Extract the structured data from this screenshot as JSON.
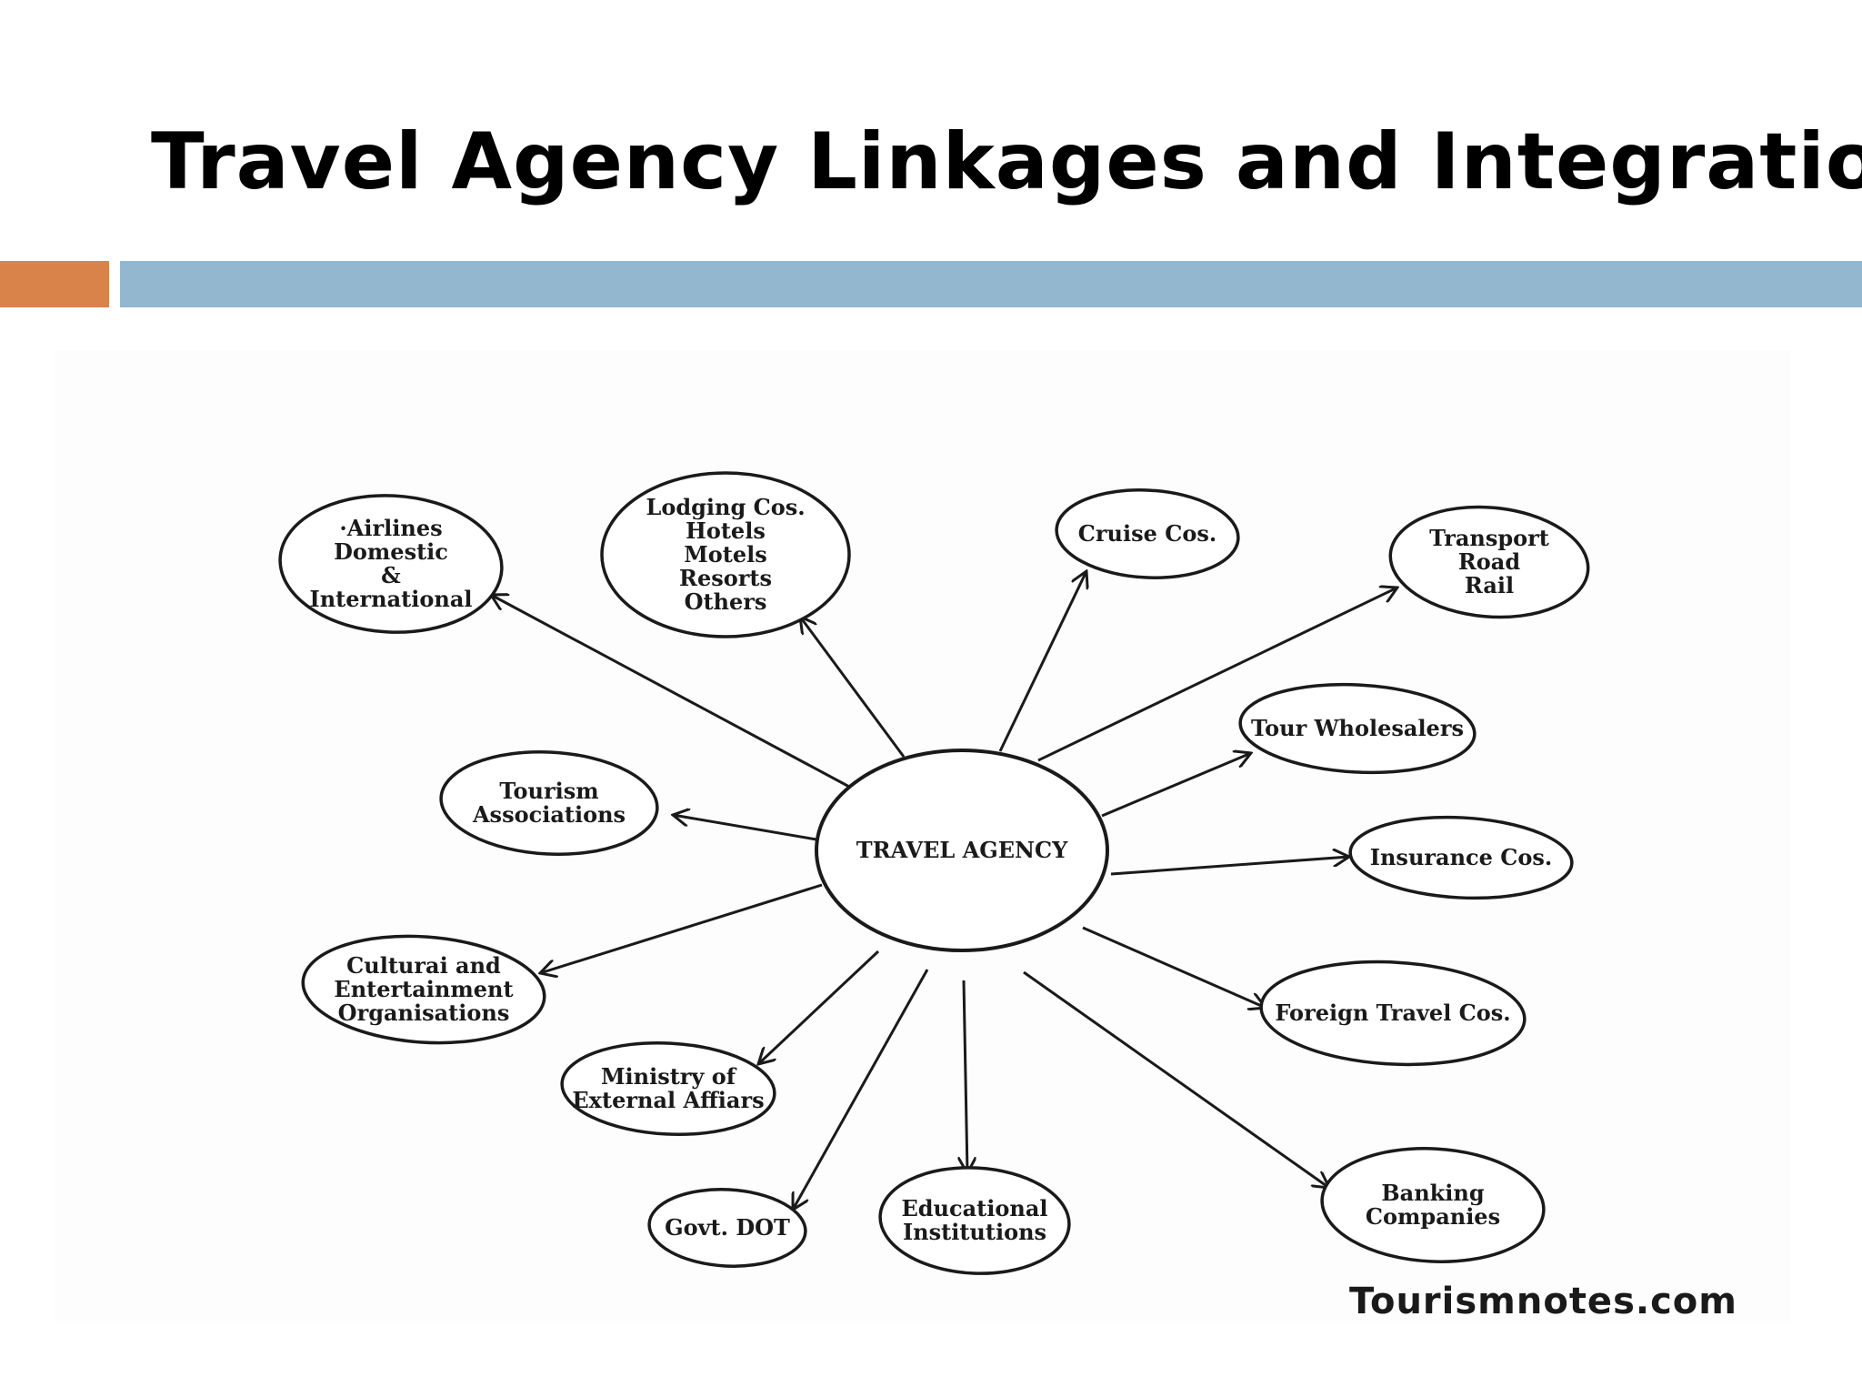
{
  "slide": {
    "title": "Travel Agency Linkages and Integration",
    "watermark": "Tourismnotes.com",
    "colors": {
      "accent_orange": "#d9824a",
      "accent_blue": "#93b7cf",
      "ink": "#1a1a1a"
    }
  },
  "diagram": {
    "center": {
      "id": "travel-agency",
      "lines": [
        "TRAVEL AGENCY"
      ]
    },
    "nodes": [
      {
        "id": "airlines",
        "lines": [
          "·Airlines",
          "Domestic",
          "&",
          "International"
        ]
      },
      {
        "id": "lodging",
        "lines": [
          "Lodging Cos.",
          "Hotels",
          "Motels",
          "Resorts",
          "Others"
        ]
      },
      {
        "id": "cruise",
        "lines": [
          "Cruise Cos."
        ]
      },
      {
        "id": "transport",
        "lines": [
          "Transport",
          "Road",
          "Rail"
        ]
      },
      {
        "id": "tour-wholesalers",
        "lines": [
          "Tour Wholesalers"
        ]
      },
      {
        "id": "insurance",
        "lines": [
          "Insurance Cos."
        ]
      },
      {
        "id": "foreign-travel",
        "lines": [
          "Foreign Travel Cos."
        ]
      },
      {
        "id": "banking",
        "lines": [
          "Banking",
          "Companies"
        ]
      },
      {
        "id": "educational",
        "lines": [
          "Educational",
          "Institutions"
        ]
      },
      {
        "id": "govt-dot",
        "lines": [
          "Govt. DOT"
        ]
      },
      {
        "id": "ministry",
        "lines": [
          "Ministry of",
          "External Affiars"
        ]
      },
      {
        "id": "cultural",
        "lines": [
          "Culturai and",
          "Entertainment",
          "Organisations"
        ]
      },
      {
        "id": "tourism-assoc",
        "lines": [
          "Tourism",
          "Associations"
        ]
      }
    ],
    "edges": [
      {
        "from": "travel-agency",
        "to": "airlines"
      },
      {
        "from": "travel-agency",
        "to": "lodging"
      },
      {
        "from": "travel-agency",
        "to": "cruise"
      },
      {
        "from": "travel-agency",
        "to": "transport"
      },
      {
        "from": "travel-agency",
        "to": "tour-wholesalers"
      },
      {
        "from": "travel-agency",
        "to": "insurance"
      },
      {
        "from": "travel-agency",
        "to": "foreign-travel"
      },
      {
        "from": "travel-agency",
        "to": "banking"
      },
      {
        "from": "travel-agency",
        "to": "educational"
      },
      {
        "from": "travel-agency",
        "to": "govt-dot"
      },
      {
        "from": "travel-agency",
        "to": "ministry"
      },
      {
        "from": "travel-agency",
        "to": "cultural"
      },
      {
        "from": "travel-agency",
        "to": "tourism-assoc"
      }
    ]
  }
}
